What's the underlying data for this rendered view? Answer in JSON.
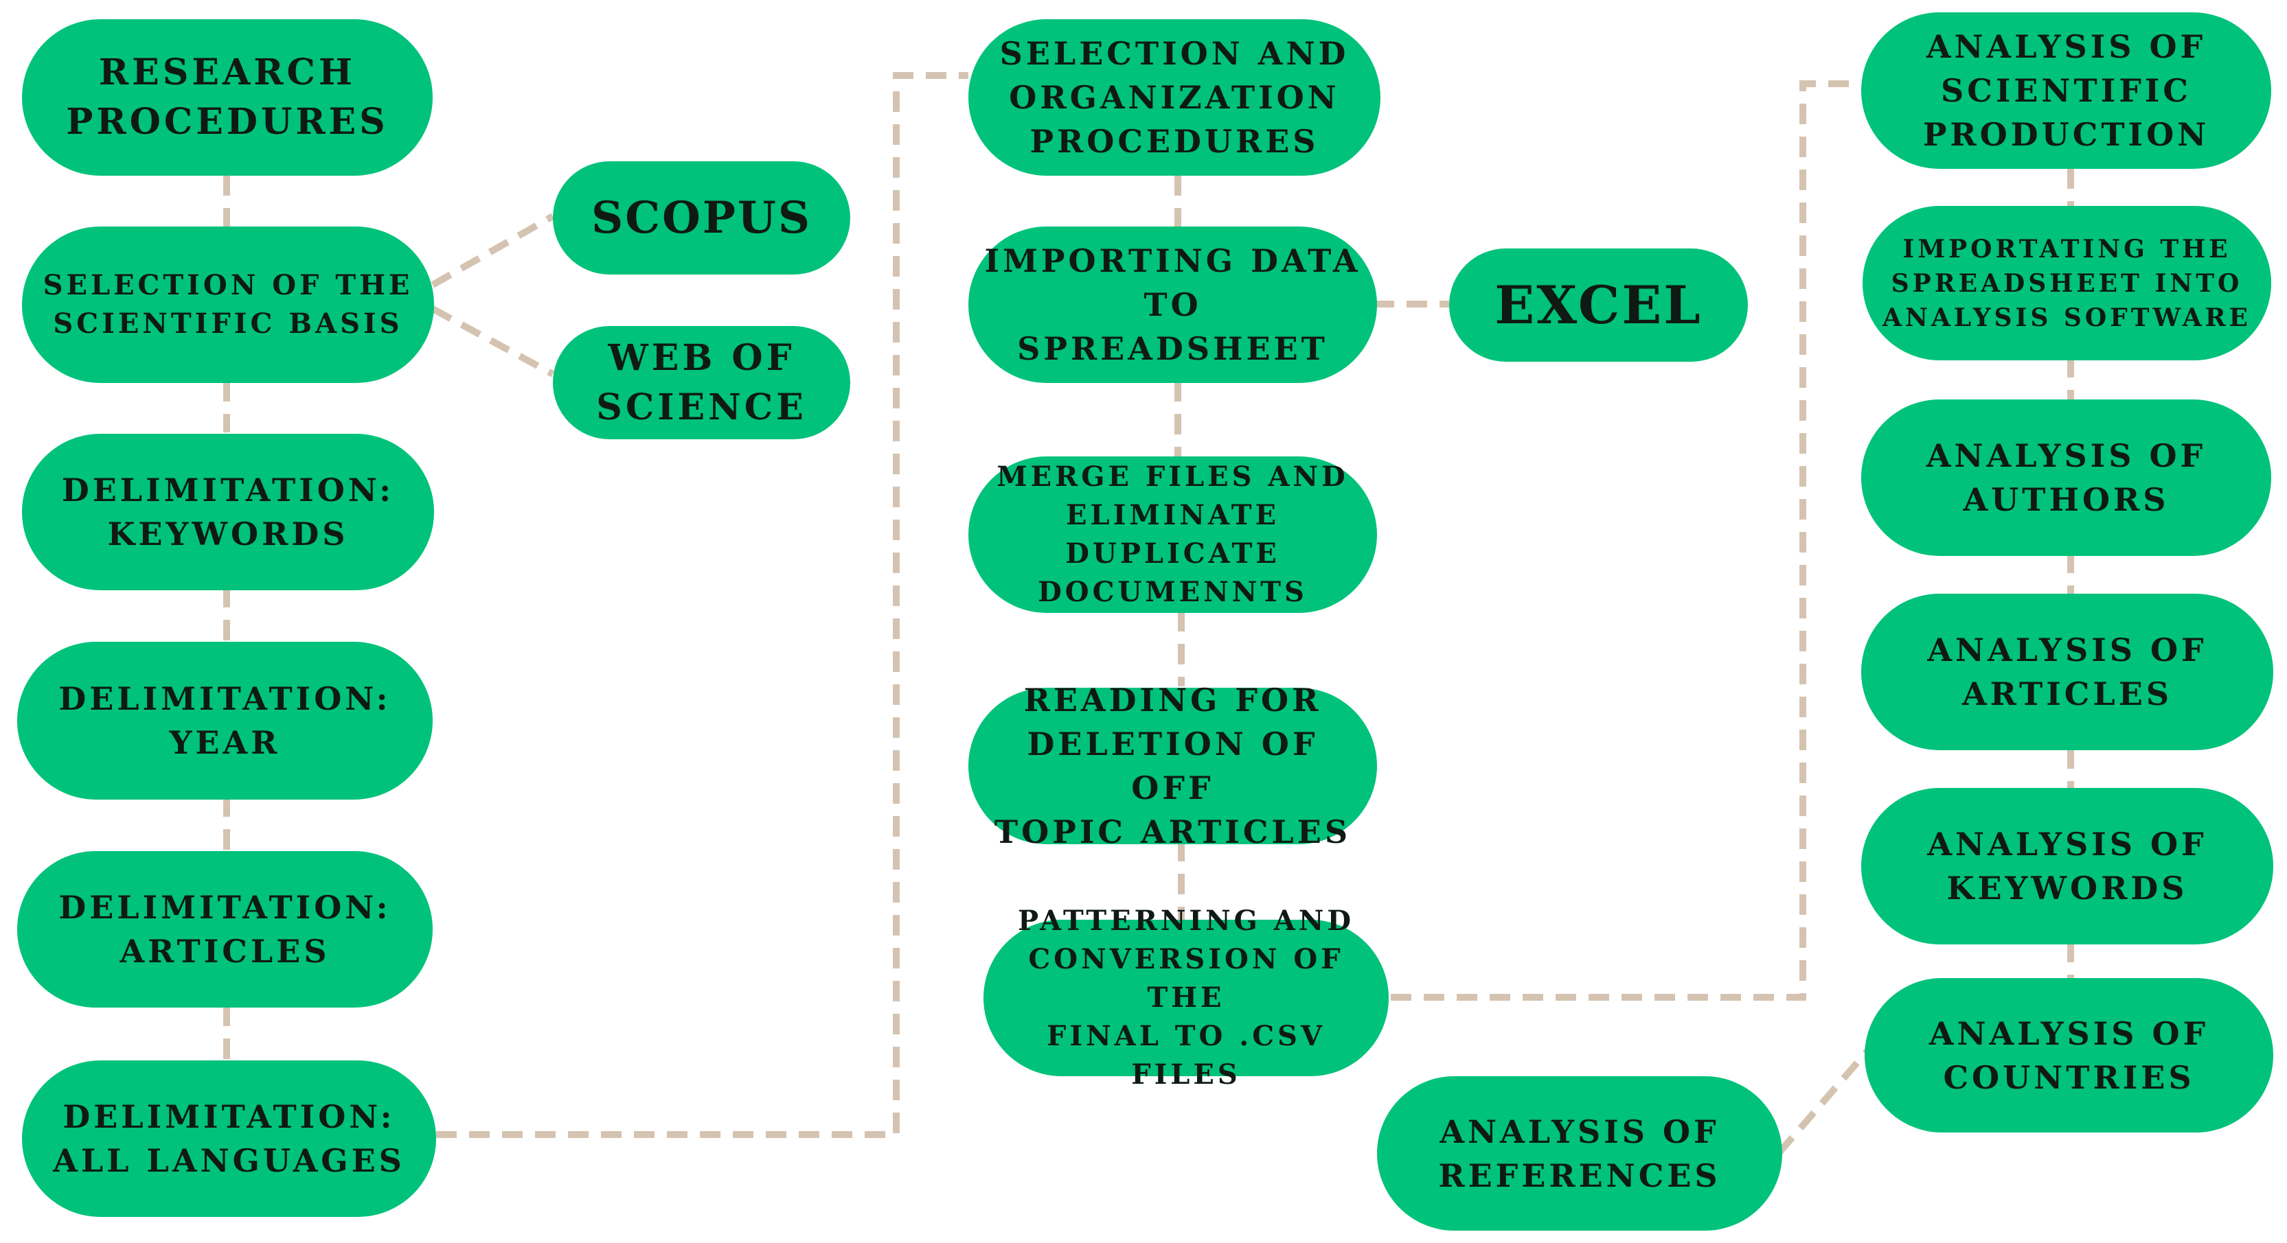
{
  "colors": {
    "node_fill": "#00c27a",
    "connector": "#d5c3b1",
    "text": "#0f1a14"
  },
  "nodes": {
    "research_procedures": "RESEARCH\nPROCEDURES",
    "selection_scientific_basis": "SELECTION OF THE\nSCIENTIFIC BASIS",
    "scopus": "SCOPUS",
    "web_of_science": "WEB OF\nSCIENCE",
    "delimitation_keywords": "DELIMITATION:\nKEYWORDS",
    "delimitation_year": "DELIMITATION:\nYEAR",
    "delimitation_articles": "DELIMITATION:\nARTICLES",
    "delimitation_languages": "DELIMITATION:\nALL LANGUAGES",
    "selection_organization": "SELECTION AND\nORGANIZATION\nPROCEDURES",
    "importing_data": "IMPORTING DATA\nTO SPREADSHEET",
    "excel": "EXCEL",
    "merge_files": "MERGE FILES AND\nELIMINATE DUPLICATE\nDOCUMENNTS",
    "reading_deletion": "READING FOR\nDELETION OF OFF\nTOPIC ARTICLES",
    "patterning_conversion": "PATTERNING AND\nCONVERSION  OF THE\nFINAL TO .CSV FILES",
    "analysis_scientific_production": "ANALYSIS OF\nSCIENTIFIC\nPRODUCTION",
    "importing_spreadsheet": "IMPORTATING THE\nSPREADSHEET INTO\nANALYSIS SOFTWARE",
    "analysis_authors": "ANALYSIS OF\nAUTHORS",
    "analysis_articles": "ANALYSIS OF\nARTICLES",
    "analysis_keywords": "ANALYSIS OF\nKEYWORDS",
    "analysis_countries": "ANALYSIS OF\nCOUNTRIES",
    "analysis_references": "ANALYSIS OF\nREFERENCES"
  }
}
